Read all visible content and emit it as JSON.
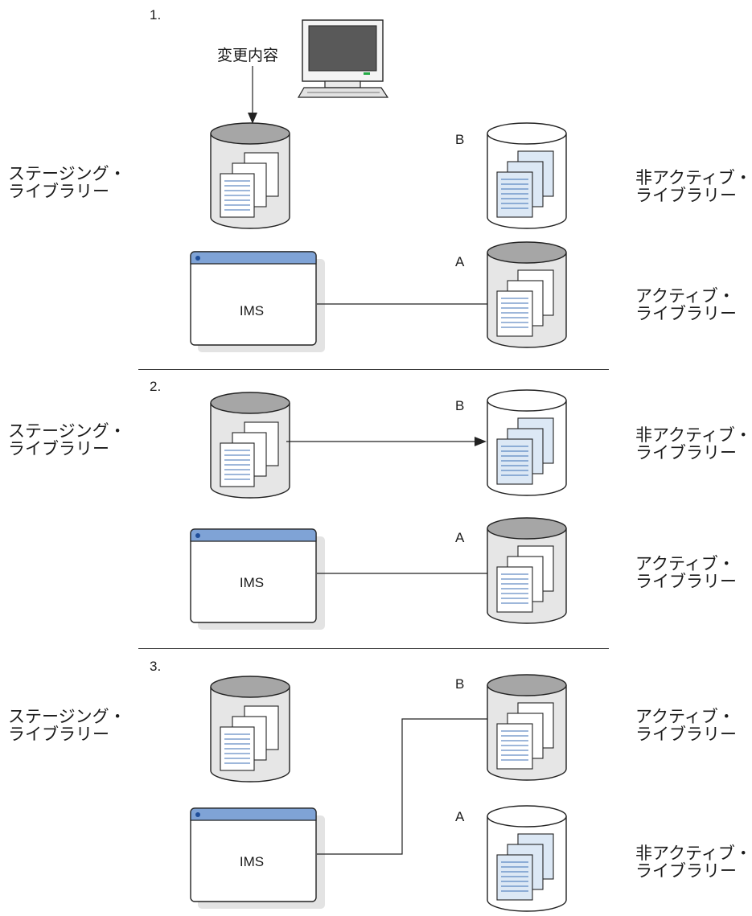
{
  "panels": [
    {
      "number": "1.",
      "staging_label": [
        "ステージング・",
        "ライブラリー"
      ],
      "library_b": {
        "letter": "B",
        "label": [
          "非アクティブ・",
          "ライブラリー"
        ]
      },
      "library_a": {
        "letter": "A",
        "label": [
          "アクティブ・",
          "ライブラリー"
        ]
      },
      "ims_label": "IMS",
      "changes_label": "変更内容"
    },
    {
      "number": "2.",
      "staging_label": [
        "ステージング・",
        "ライブラリー"
      ],
      "library_b": {
        "letter": "B",
        "label": [
          "非アクティブ・",
          "ライブラリー"
        ]
      },
      "library_a": {
        "letter": "A",
        "label": [
          "アクティブ・",
          "ライブラリー"
        ]
      },
      "ims_label": "IMS"
    },
    {
      "number": "3.",
      "staging_label": [
        "ステージング・",
        "ライブラリー"
      ],
      "library_b": {
        "letter": "B",
        "label": [
          "アクティブ・",
          "ライブラリー"
        ]
      },
      "library_a": {
        "letter": "A",
        "label": [
          "非アクティブ・",
          "ライブラリー"
        ]
      },
      "ims_label": "IMS"
    }
  ],
  "colors": {
    "active_cylinder_top": "#a6a6a6",
    "cylinder_body_active": "#e6e6e6",
    "inactive_cylinder_top": "#ffffff",
    "window_titlebar": "#7fa3d6",
    "window_dot": "#1f4e99",
    "doc_line": "#3c6fb5",
    "inactive_doc_fill": "#dce8f5",
    "monitor_screen": "#595959",
    "monitor_led": "#22aa44"
  },
  "icons": [
    "monitor-icon",
    "database-cylinder-icon",
    "application-window-icon",
    "document-stack-icon"
  ]
}
